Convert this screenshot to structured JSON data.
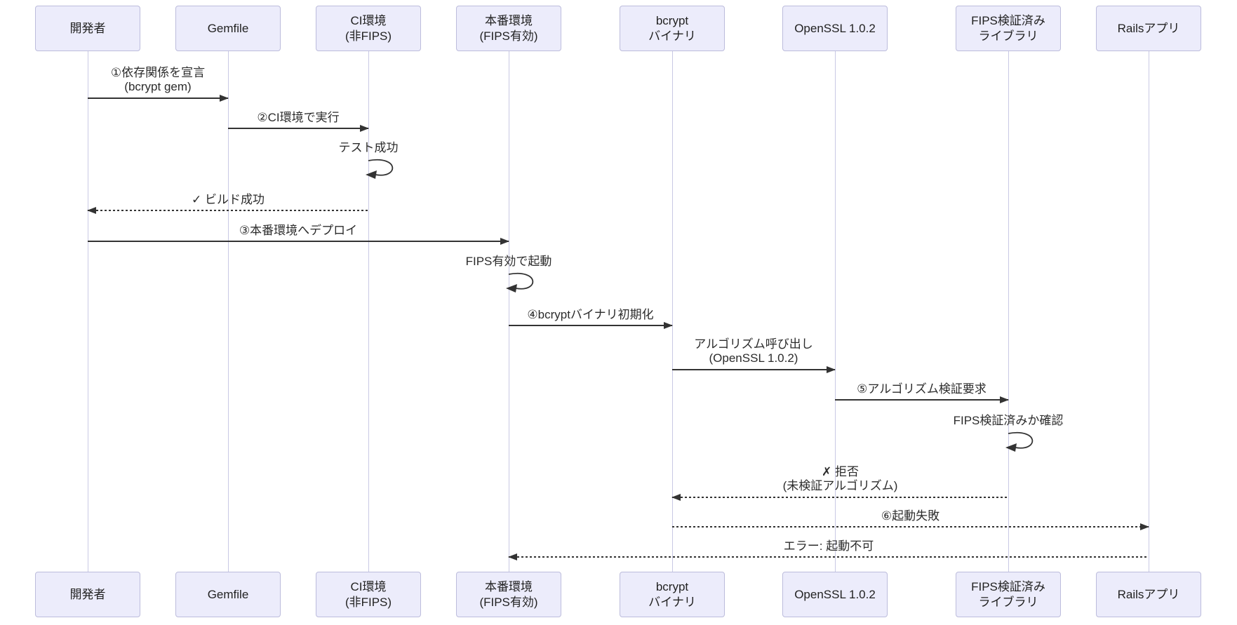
{
  "diagram": {
    "type": "sequence",
    "colors": {
      "background": "#ffffff",
      "actor_fill": "#ececfb",
      "actor_border": "#bcbcdc",
      "lifeline": "#c9c9e4",
      "arrow": "#333333",
      "text": "#2b2b2b"
    },
    "actors": [
      {
        "id": "developer",
        "label": "開発者"
      },
      {
        "id": "gemfile",
        "label": "Gemfile"
      },
      {
        "id": "ci-environment",
        "label": "CI環境\n(非FIPS)"
      },
      {
        "id": "production-environment",
        "label": "本番環境\n(FIPS有効)"
      },
      {
        "id": "bcrypt-binary",
        "label": "bcrypt\nバイナリ"
      },
      {
        "id": "openssl-102",
        "label": "OpenSSL 1.0.2"
      },
      {
        "id": "fips-validated-library",
        "label": "FIPS検証済み\nライブラリ"
      },
      {
        "id": "rails-app",
        "label": "Railsアプリ"
      }
    ],
    "messages": [
      {
        "from": "開発者",
        "to": "Gemfile",
        "type": "solid",
        "label": "①依存関係を宣言\n(bcrypt gem)"
      },
      {
        "from": "Gemfile",
        "to": "CI環境",
        "type": "solid",
        "label": "②CI環境で実行"
      },
      {
        "from": "CI環境",
        "to": "CI環境",
        "type": "self",
        "label": "テスト成功"
      },
      {
        "from": "CI環境",
        "to": "開発者",
        "type": "dashed",
        "label": "✓ ビルド成功"
      },
      {
        "from": "開発者",
        "to": "本番環境",
        "type": "solid",
        "label": "③本番環境へデプロイ"
      },
      {
        "from": "本番環境",
        "to": "本番環境",
        "type": "self",
        "label": "FIPS有効で起動"
      },
      {
        "from": "本番環境",
        "to": "bcryptバイナリ",
        "type": "solid",
        "label": "④bcryptバイナリ初期化"
      },
      {
        "from": "bcryptバイナリ",
        "to": "OpenSSL 1.0.2",
        "type": "solid",
        "label": "アルゴリズム呼び出し\n(OpenSSL 1.0.2)"
      },
      {
        "from": "OpenSSL 1.0.2",
        "to": "FIPS検証済みライブラリ",
        "type": "solid",
        "label": "⑤アルゴリズム検証要求"
      },
      {
        "from": "FIPS検証済みライブラリ",
        "to": "FIPS検証済みライブラリ",
        "type": "self",
        "label": "FIPS検証済みか確認"
      },
      {
        "from": "FIPS検証済みライブラリ",
        "to": "bcryptバイナリ",
        "type": "dashed",
        "label": "✗ 拒否\n(未検証アルゴリズム)"
      },
      {
        "from": "bcryptバイナリ",
        "to": "Railsアプリ",
        "type": "dashed",
        "label": "⑥起動失敗"
      },
      {
        "from": "Railsアプリ",
        "to": "本番環境",
        "type": "dashed",
        "label": "エラー: 起動不可"
      }
    ]
  }
}
